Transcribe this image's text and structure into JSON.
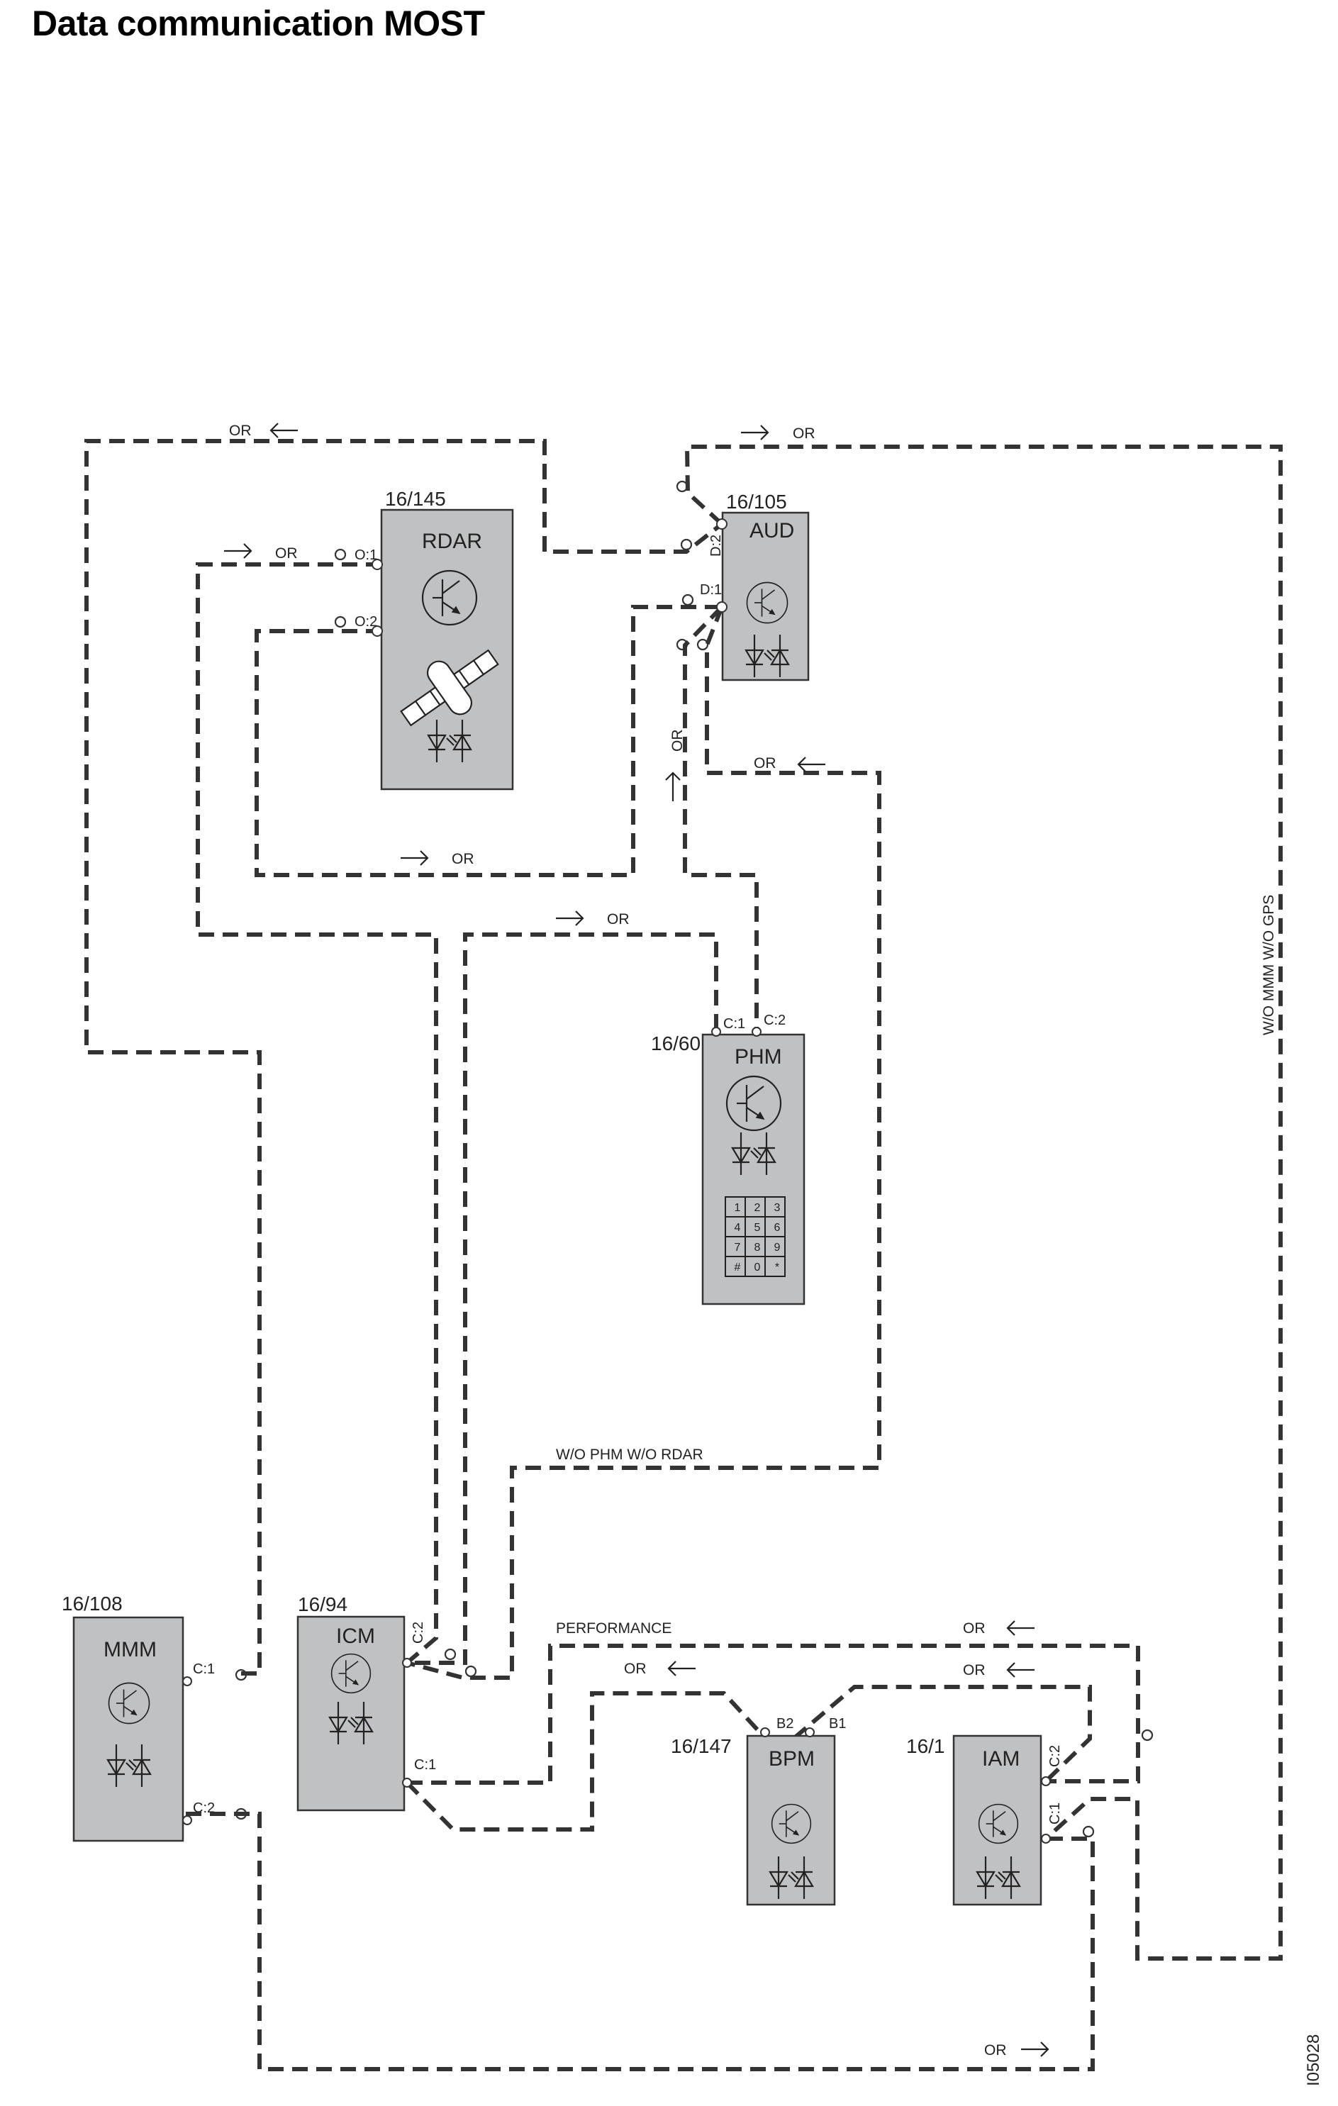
{
  "title": "Data communication MOST",
  "figure_id": "I05028",
  "modules": {
    "rdar": {
      "number": "16/145",
      "name": "RDAR",
      "pins": [
        "O:1",
        "O:2"
      ]
    },
    "aud": {
      "number": "16/105",
      "name": "AUD",
      "pins": [
        "D:2",
        "D:1"
      ]
    },
    "phm": {
      "number": "16/60",
      "name": "PHM",
      "pins": [
        "C:1",
        "C:2"
      ],
      "keypad": [
        "1",
        "2",
        "3",
        "4",
        "5",
        "6",
        "7",
        "8",
        "9",
        "#",
        "0",
        "*"
      ]
    },
    "mmm": {
      "number": "16/108",
      "name": "MMM",
      "pins": [
        "C:1",
        "C:2"
      ]
    },
    "icm": {
      "number": "16/94",
      "name": "ICM",
      "pins": [
        "C:2",
        "C:1"
      ]
    },
    "bpm": {
      "number": "16/147",
      "name": "BPM",
      "pins": [
        "B2",
        "B1"
      ]
    },
    "iam": {
      "number": "16/1",
      "name": "IAM",
      "pins": [
        "C:2",
        "C:1"
      ]
    }
  },
  "annotations": {
    "or": "OR",
    "wo_phm_wo_rdar": "W/O PHM W/O RDAR",
    "performance": "PERFORMANCE",
    "wo_mmm_wo_gps": "W/O MMM W/O GPS"
  },
  "colors": {
    "module_fill": "#c0c1c3",
    "wire": "#333333",
    "text": "#222222"
  }
}
